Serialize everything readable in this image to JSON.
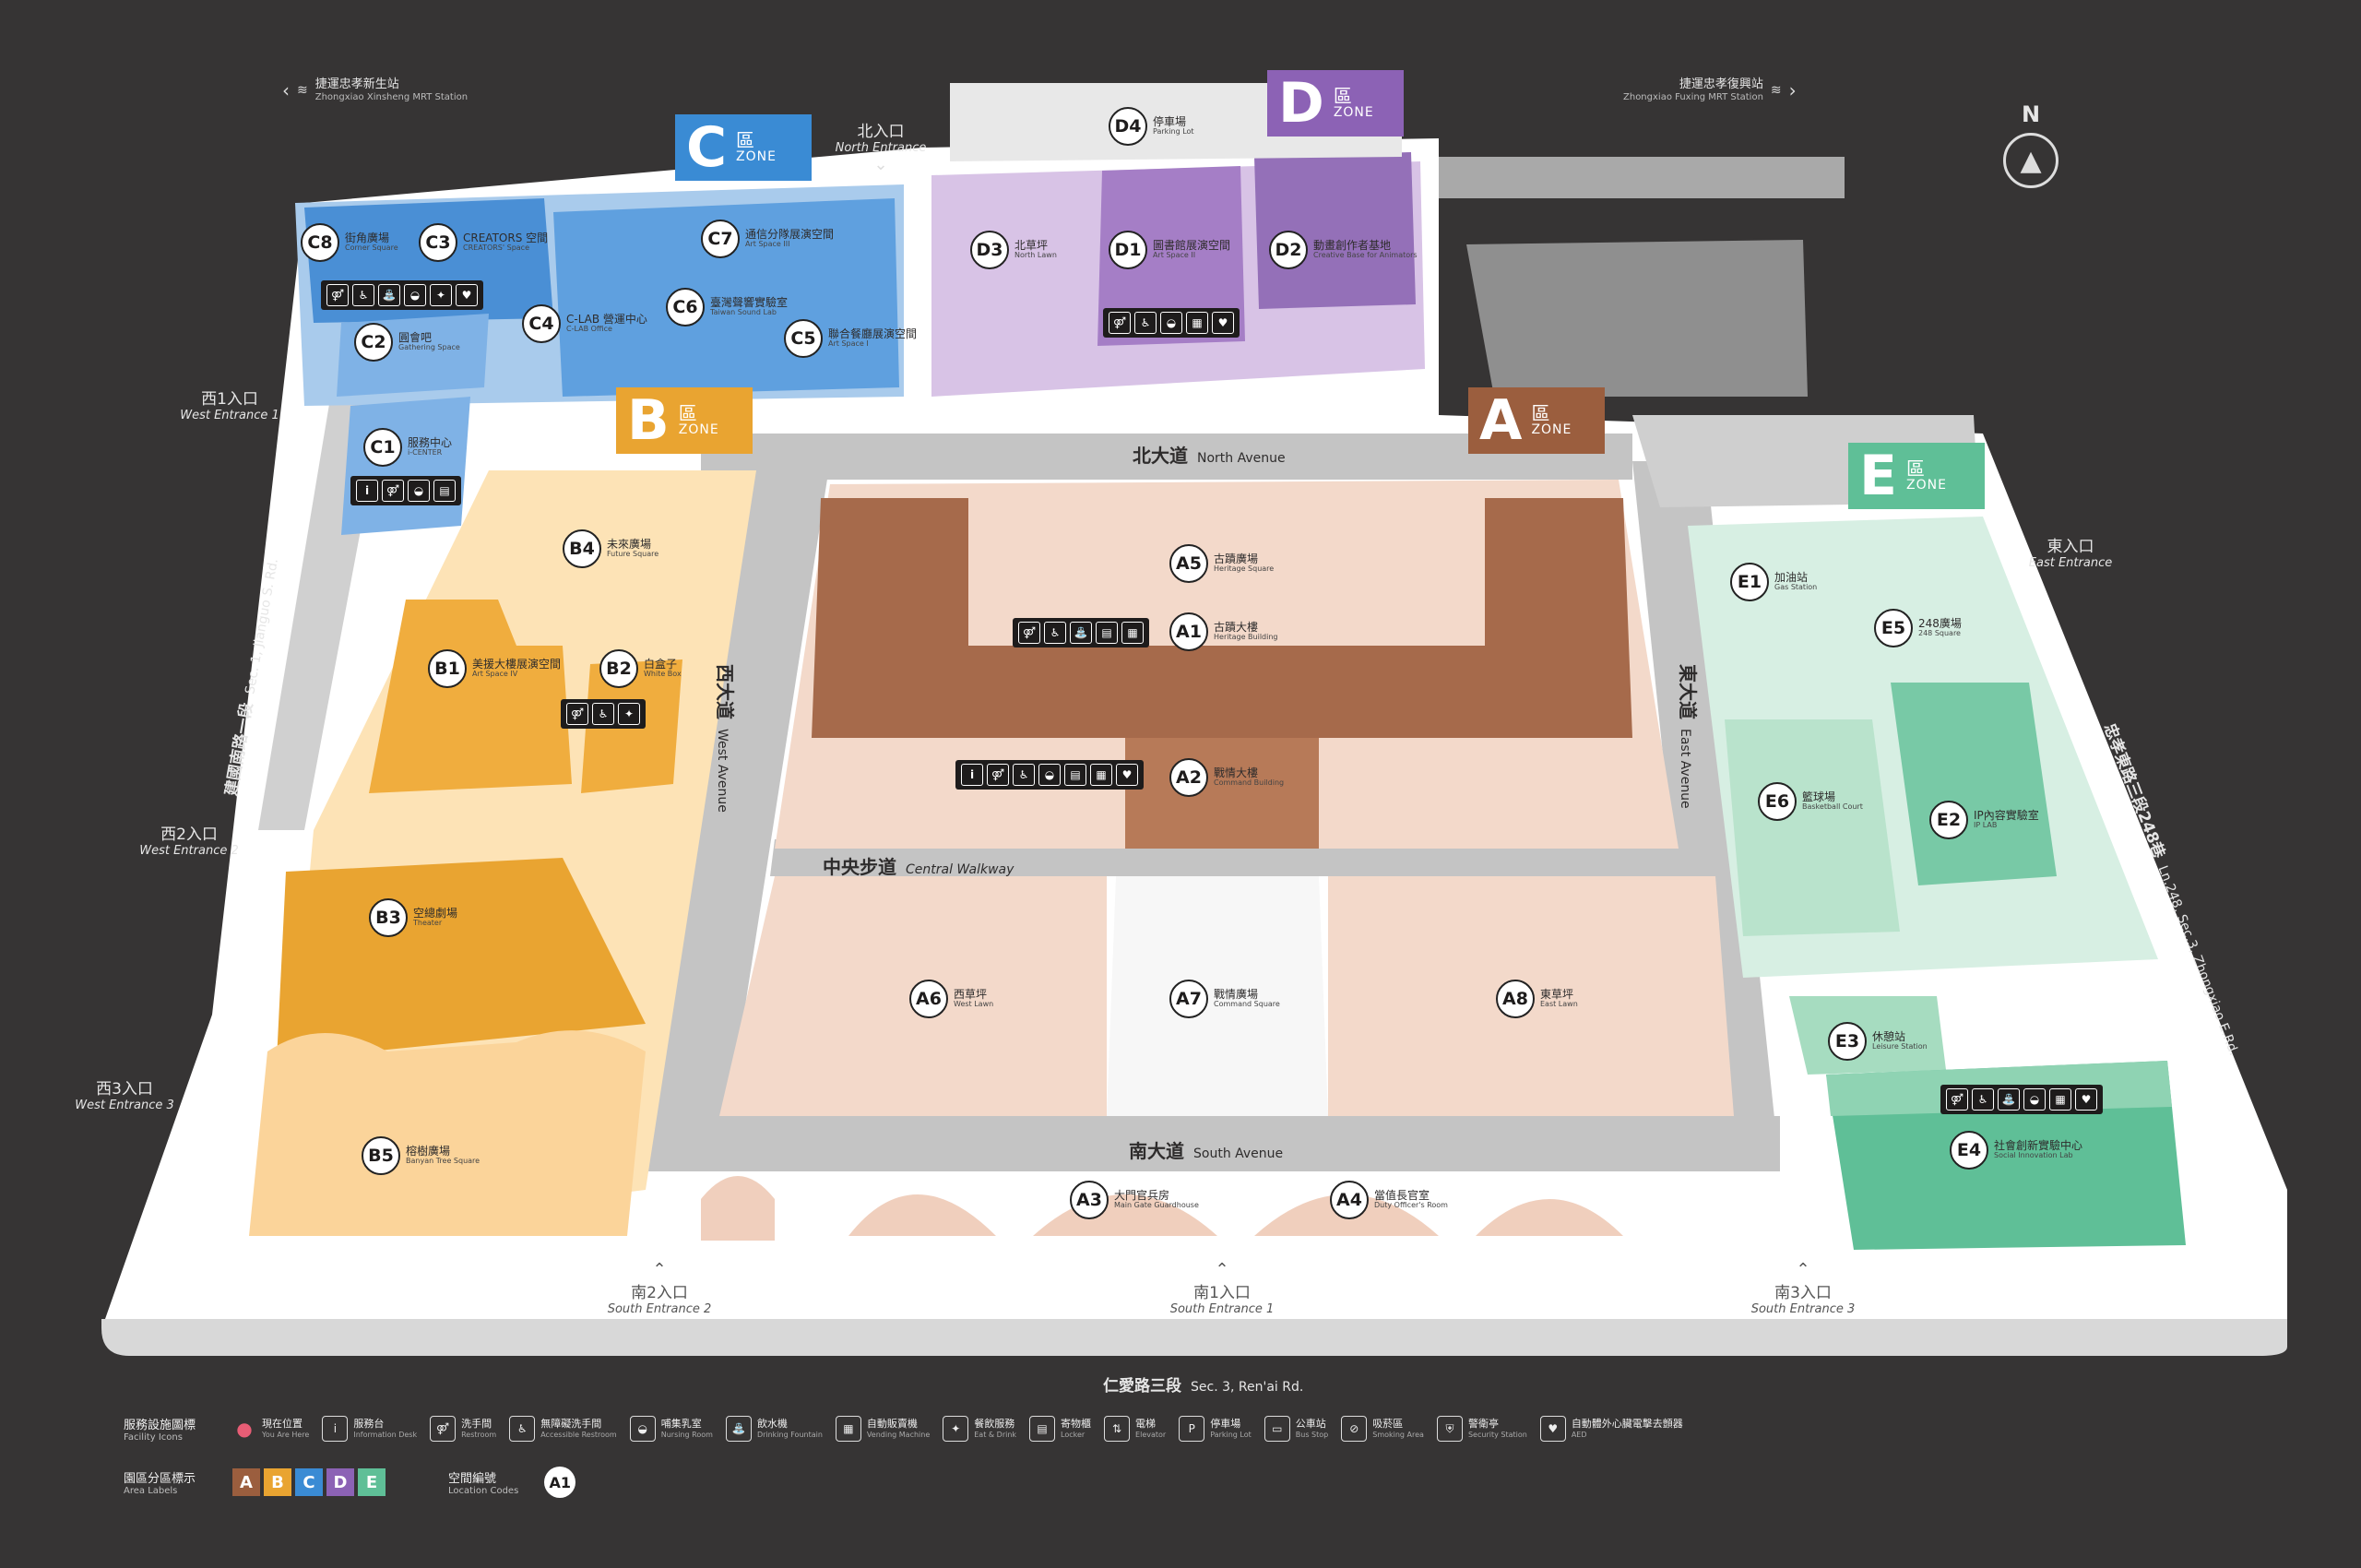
{
  "top_stations": {
    "left": {
      "zh": "捷運忠孝新生站",
      "en": "Zhongxiao Xinsheng MRT Station"
    },
    "right": {
      "zh": "捷運忠孝復興站",
      "en": "Zhongxiao Fuxing MRT Station"
    },
    "mrt_logo_text": "Metro Taipei"
  },
  "compass": "N",
  "zones": [
    {
      "letter": "A",
      "zh": "區",
      "en": "ZONE",
      "color": "#9b5e3e"
    },
    {
      "letter": "B",
      "zh": "區",
      "en": "ZONE",
      "color": "#e9a431"
    },
    {
      "letter": "C",
      "zh": "區",
      "en": "ZONE",
      "color": "#3a8bd4"
    },
    {
      "letter": "D",
      "zh": "區",
      "en": "ZONE",
      "color": "#8c62b5"
    },
    {
      "letter": "E",
      "zh": "區",
      "en": "ZONE",
      "color": "#5fbf97"
    }
  ],
  "locations": {
    "A1": {
      "zh": "古蹟大樓",
      "en": "Heritage Building"
    },
    "A2": {
      "zh": "戰情大樓",
      "en": "Command Building"
    },
    "A3": {
      "zh": "大門官兵房",
      "en": "Main Gate Guardhouse"
    },
    "A4": {
      "zh": "當值長官室",
      "en": "Duty Officer's Room"
    },
    "A5": {
      "zh": "古蹟廣場",
      "en": "Heritage Square"
    },
    "A6": {
      "zh": "西草坪",
      "en": "West Lawn"
    },
    "A7": {
      "zh": "戰情廣場",
      "en": "Command Square"
    },
    "A8": {
      "zh": "東草坪",
      "en": "East Lawn"
    },
    "B1": {
      "zh": "美援大樓展演空間",
      "en": "Art Space IV"
    },
    "B2": {
      "zh": "白盒子",
      "en": "White Box"
    },
    "B3": {
      "zh": "空總劇場",
      "en": "Theater"
    },
    "B4": {
      "zh": "未來廣場",
      "en": "Future Square"
    },
    "B5": {
      "zh": "榕樹廣場",
      "en": "Banyan Tree Square"
    },
    "C1": {
      "zh": "服務中心",
      "en": "i-CENTER"
    },
    "C2": {
      "zh": "圓會吧",
      "en": "Gathering Space"
    },
    "C3": {
      "zh": "CREATORS 空間",
      "en": "CREATORS' Space"
    },
    "C4": {
      "zh": "C-LAB 營運中心",
      "en": "C-LAB Office"
    },
    "C5": {
      "zh": "聯合餐廳展演空間",
      "en": "Art Space I"
    },
    "C6": {
      "zh": "臺灣聲響實驗室",
      "en": "Taiwan Sound Lab"
    },
    "C7": {
      "zh": "通信分隊展演空間",
      "en": "Art Space III"
    },
    "C8": {
      "zh": "街角廣場",
      "en": "Corner Square"
    },
    "D1": {
      "zh": "圖書館展演空間",
      "en": "Art Space II"
    },
    "D2": {
      "zh": "動畫創作者基地",
      "en": "Creative Base for Animators"
    },
    "D3": {
      "zh": "北草坪",
      "en": "North Lawn"
    },
    "D4": {
      "zh": "停車場",
      "en": "Parking Lot"
    },
    "E1": {
      "zh": "加油站",
      "en": "Gas Station"
    },
    "E2": {
      "zh": "IP內容實驗室",
      "en": "IP LAB"
    },
    "E3": {
      "zh": "休憩站",
      "en": "Leisure Station"
    },
    "E4": {
      "zh": "社會創新實驗中心",
      "en": "Social Innovation Lab"
    },
    "E5": {
      "zh": "248廣場",
      "en": "248 Square"
    },
    "E6": {
      "zh": "籃球場",
      "en": "Basketball Court"
    }
  },
  "roads": {
    "north_avenue": {
      "zh": "北大道",
      "en": "North Avenue"
    },
    "south_avenue": {
      "zh": "南大道",
      "en": "South Avenue"
    },
    "west_avenue": {
      "zh": "西大道",
      "en": "West Avenue"
    },
    "east_avenue": {
      "zh": "東大道",
      "en": "East Avenue"
    },
    "central_walkway": {
      "zh": "中央步道",
      "en": "Central Walkway"
    },
    "renai": {
      "zh": "仁愛路三段",
      "en": "Sec. 3, Ren'ai Rd."
    },
    "jianguo": {
      "zh": "建國南路一段",
      "en": "Sec. 1, Jianguo S. Rd."
    },
    "zhongxiao": {
      "zh": "忠孝東路三段248巷",
      "en": "Ln.248, Sec.3, Zhongxiao E.Rd."
    }
  },
  "entrances": {
    "north": {
      "zh": "北入口",
      "en": "North Entrance"
    },
    "west1": {
      "zh": "西1入口",
      "en": "West Entrance 1"
    },
    "west2": {
      "zh": "西2入口",
      "en": "West Entrance 2"
    },
    "west3": {
      "zh": "西3入口",
      "en": "West Entrance 3"
    },
    "east": {
      "zh": "東入口",
      "en": "East Entrance"
    },
    "south1": {
      "zh": "南1入口",
      "en": "South Entrance 1"
    },
    "south2": {
      "zh": "南2入口",
      "en": "South Entrance 2"
    },
    "south3": {
      "zh": "南3入口",
      "en": "South Entrance 3"
    }
  },
  "legend": {
    "facility_title": {
      "zh": "服務設施圖標",
      "en": "Facility Icons"
    },
    "facilities": [
      {
        "icon": "you-are-here-dot",
        "zh": "現在位置",
        "en": "You Are Here"
      },
      {
        "icon": "info-icon",
        "zh": "服務台",
        "en": "Information Desk"
      },
      {
        "icon": "restroom-icon",
        "zh": "洗手間",
        "en": "Restroom"
      },
      {
        "icon": "accessible-restroom-icon",
        "zh": "無障礙洗手間",
        "en": "Accessible Restroom"
      },
      {
        "icon": "nursing-room-icon",
        "zh": "哺集乳室",
        "en": "Nursing Room"
      },
      {
        "icon": "drinking-fountain-icon",
        "zh": "飲水機",
        "en": "Drinking Fountain"
      },
      {
        "icon": "vending-machine-icon",
        "zh": "自動販賣機",
        "en": "Vending Machine"
      },
      {
        "icon": "eat-drink-icon",
        "zh": "餐飲服務",
        "en": "Eat & Drink"
      },
      {
        "icon": "locker-icon",
        "zh": "寄物櫃",
        "en": "Locker"
      },
      {
        "icon": "elevator-icon",
        "zh": "電梯",
        "en": "Elevator"
      },
      {
        "icon": "parking-icon",
        "zh": "停車場",
        "en": "Parking Lot"
      },
      {
        "icon": "bus-stop-icon",
        "zh": "公車站",
        "en": "Bus Stop"
      },
      {
        "icon": "smoking-area-icon",
        "zh": "吸菸區",
        "en": "Smoking Area"
      },
      {
        "icon": "security-station-icon",
        "zh": "警衛亭",
        "en": "Security Station"
      },
      {
        "icon": "aed-icon",
        "zh": "自動體外心臟電擊去顫器",
        "en": "AED"
      }
    ],
    "area_title": {
      "zh": "園區分區標示",
      "en": "Area Labels"
    },
    "area_letters": [
      "A",
      "B",
      "C",
      "D",
      "E"
    ],
    "code_title": {
      "zh": "空間編號",
      "en": "Location Codes"
    },
    "code_sample": "A1"
  }
}
